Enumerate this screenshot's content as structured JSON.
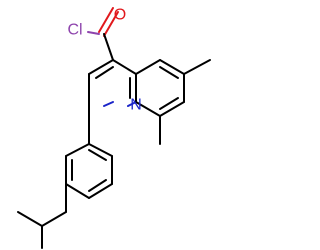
{
  "atoms": {
    "oxygen": {
      "symbol": "O",
      "color": "#e1181c"
    },
    "chlorine": {
      "symbol": "Cl",
      "color": "#8e44ad"
    },
    "nitrogen": {
      "symbol": "N",
      "color": "#1a24c8"
    }
  },
  "colors": {
    "bond": "#000000",
    "background": "#ffffff"
  }
}
